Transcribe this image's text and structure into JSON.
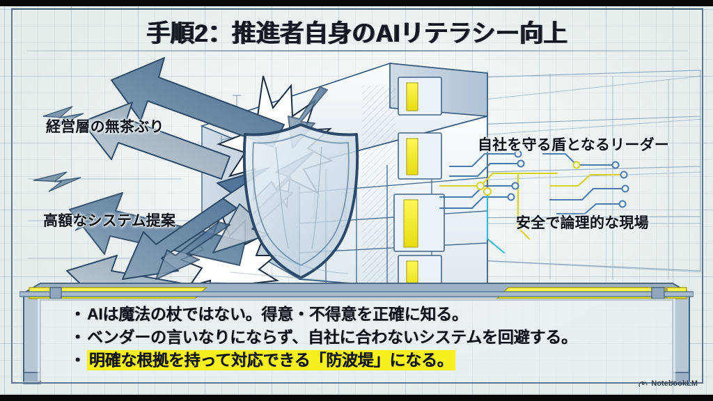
{
  "slide": {
    "title": "手順2：推進者自身のAIリテラシー向上",
    "background_color": "#e4ecec",
    "accent_yellow": "#f7f01e",
    "accent_blue": "#4a6f96",
    "ink_color": "#2b4560"
  },
  "callouts": [
    {
      "id": "management-pressure",
      "text": "経営層の無茶ぶり",
      "side": "left"
    },
    {
      "id": "expensive-proposal",
      "text": "高額なシステム提案",
      "side": "left"
    },
    {
      "id": "shield-leader",
      "text": "自社を守る盾となるリーダー",
      "side": "right"
    },
    {
      "id": "safe-logical-site",
      "text": "安全で論理的な現場",
      "side": "right"
    }
  ],
  "illustration": {
    "style": "blueprint-sketch",
    "elements": [
      "deflected-arrows",
      "impact-bursts",
      "protective-shield",
      "office-building",
      "circuit-traces"
    ]
  },
  "bullets": [
    {
      "text": "AIは魔法の杖ではない。得意・不得意を正確に知る。",
      "highlighted": false
    },
    {
      "text": "ベンダーの言いなりにならず、自社に合わないシステムを回避する。",
      "highlighted": false
    },
    {
      "text": "明確な根拠を持って対応できる「防波堤」になる。",
      "highlighted": true
    }
  ],
  "watermark": {
    "label": "NotebookLM"
  }
}
